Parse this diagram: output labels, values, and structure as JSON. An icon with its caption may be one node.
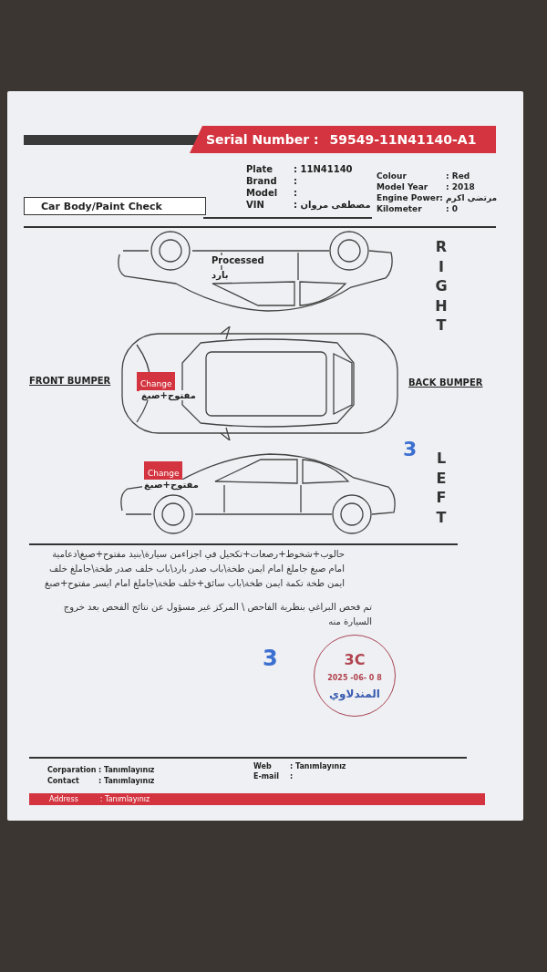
{
  "diagram": {
    "nodes": [
      {
        "text": [
          "Serial Number :",
          "59549-11N41140-A1"
        ]
      },
      {
        "text": [
          "Car Body/Paint Check"
        ]
      },
      {
        "text": [
          "Change"
        ],
        "beside": [
          "مفتوح+صبغ"
        ]
      },
      {
        "text": [
          "Change"
        ],
        "beside": [
          "مفتوح+صبغ"
        ]
      },
      {
        "text": [
          "3C",
          "2025 -06- 0 8",
          "المندلاوي"
        ]
      },
      {
        "text": [
          "Address",
          ": Tanımlayınız"
        ]
      }
    ],
    "labels": [
      "Plate",
      ": 11N41140",
      "Brand",
      ":",
      "Model",
      ":",
      "VIN",
      ": مصطفى مروان",
      "Colour",
      ": Red",
      "Model Year",
      ": 2018",
      "Engine Power:",
      "مرتضى اكرم",
      "Kilometer",
      ": 0",
      "Processed",
      "بارد",
      "RIGHT",
      "FRONT BUMPER",
      "BACK BUMPER",
      "3",
      "LEFT",
      "حالوب+شخوط+رصعات+تكحيل في اجزاءمن سيارة\\بنيد مفتوح+صبغ\\دعامية امام صبغ جاملغ امام ايمن طخة\\باب صدر بارد\\باب خلف صدر طخة\\جاملغ خلف ايمن طخة تكمة ايمن طخة\\باب سائق+خلف طخة\\جاملغ امام ايسر مفتوح+صبغ",
      "تم فحص البراغي بنظرية الفاحص \\ المركز غير مسؤول عن نتائج الفحص بعد خروج السيارة منه",
      "3",
      "Corparation",
      ": Tanımlayınız",
      "Contact",
      ": Tanımlayınız",
      "Web",
      ": Tanımlayınız",
      "E-mail",
      ":"
    ]
  }
}
